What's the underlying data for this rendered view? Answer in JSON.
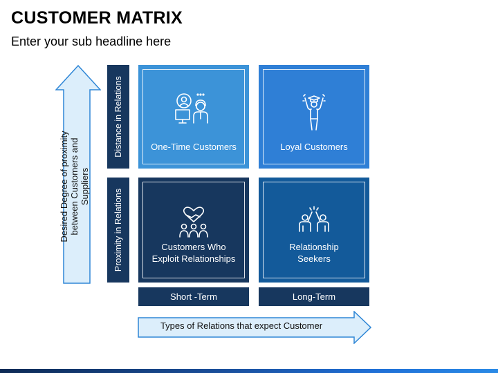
{
  "header": {
    "title": "CUSTOMER MATRIX",
    "subtitle": "Enter your sub headline here"
  },
  "axes": {
    "vertical_arrow_text": "Desired Degree of proximity between Customers and Suppliers",
    "horizontal_arrow_text": "Types of Relations that expect Customer",
    "row_labels": [
      "Distance in Relations",
      "Proximity in Relations"
    ],
    "column_labels": [
      "Short -Term",
      "Long-Term"
    ]
  },
  "matrix": {
    "cells": [
      {
        "label": "One-Time Customers",
        "icon": "customer-support-icon"
      },
      {
        "label": "Loyal Customers",
        "icon": "graduate-celebrating-icon"
      },
      {
        "label_lines": [
          "Customers Who",
          "Exploit Relationships"
        ],
        "icon": "handshake-heart-icon"
      },
      {
        "label_lines": [
          "Relationship",
          "Seekers"
        ],
        "icon": "high-five-icon"
      }
    ]
  },
  "colors": {
    "dark_navy": "#17375e",
    "light_blue": "#3c93d8",
    "medium_blue": "#2f7fd6",
    "deep_blue": "#135a9a",
    "arrow_fill": "#dceefb",
    "arrow_stroke": "#2e86d6"
  }
}
